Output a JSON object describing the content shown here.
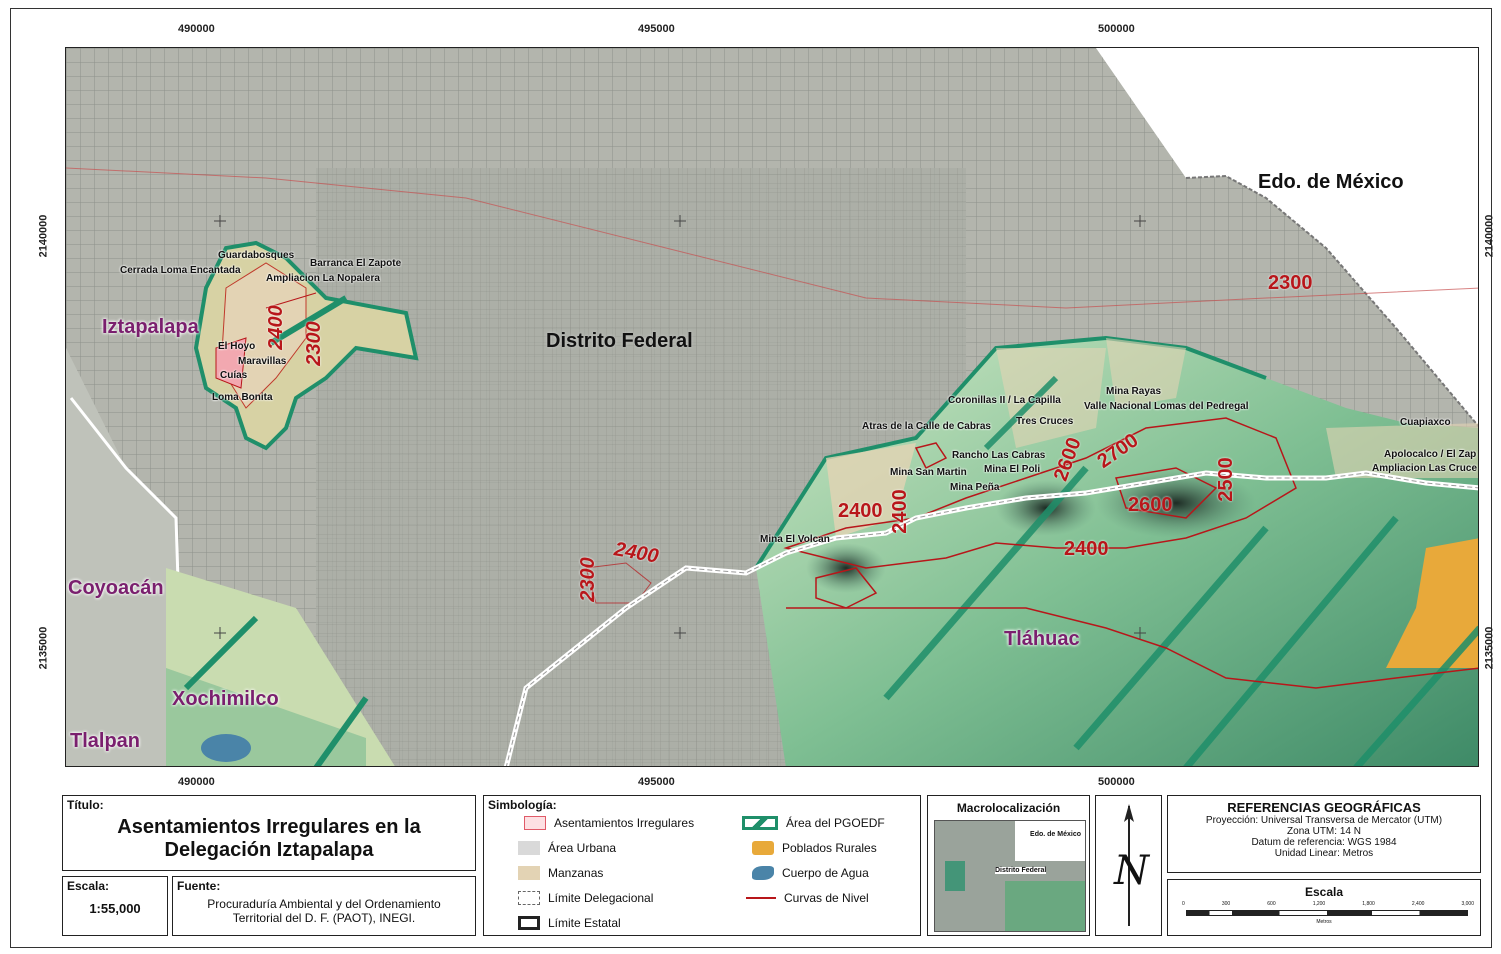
{
  "map": {
    "coords_top": [
      "490000",
      "495000",
      "500000"
    ],
    "coords_bottom": [
      "490000",
      "495000",
      "500000"
    ],
    "coords_left": [
      "2140000",
      "2135000"
    ],
    "coords_right": [
      "2140000",
      "2135000"
    ],
    "region_labels": {
      "edo_mexico": "Edo. de México",
      "distrito_federal": "Distrito Federal",
      "iztapalapa": "Iztapalapa",
      "coyoacan": "Coyoacán",
      "xochimilco": "Xochimilco",
      "tlalpan": "Tlalpan",
      "tlahuac": "Tláhuac"
    },
    "settlements": [
      "Guardabosques",
      "Barranca El Zapote",
      "Cerrada Loma Encantada",
      "Ampliacion La Nopalera",
      "El Hoyo",
      "Maravillas",
      "Cuías",
      "Loma Bonita",
      "Mina Rayas",
      "Coronillas II / La Capilla",
      "Valle Nacional Lomas del Pedregal",
      "Atras de la Calle de Cabras",
      "Tres Cruces",
      "Rancho Las Cabras",
      "Mina San Martin",
      "Mina El Poli",
      "Mina Peña",
      "Mina El Volcan",
      "Cuapiaxco",
      "Apolocalco / El Zap",
      "Ampliacion Las Cruce"
    ],
    "contours": [
      "2300",
      "2400",
      "2300",
      "2400",
      "2300",
      "2400",
      "2400",
      "2700",
      "2600",
      "2500",
      "2600",
      "2400"
    ]
  },
  "title_box": {
    "header": "Título:",
    "title_line1": "Asentamientos Irregulares en la",
    "title_line2": "Delegación Iztapalapa"
  },
  "scale_box": {
    "header": "Escala:",
    "value": "1:55,000"
  },
  "source_box": {
    "header": "Fuente:",
    "line1": "Procuraduría Ambiental y del Ordenamiento",
    "line2": "Territorial del D. F. (PAOT), INEGI."
  },
  "legend": {
    "header": "Simbología:",
    "items": [
      {
        "label": "Asentamientos Irregulares",
        "icon": "irregular-settlement-swatch"
      },
      {
        "label": "Área Urbana",
        "icon": "urban-area-swatch"
      },
      {
        "label": "Manzanas",
        "icon": "block-swatch"
      },
      {
        "label": "Límite Delegacional",
        "icon": "delegation-boundary-swatch"
      },
      {
        "label": "Límite Estatal",
        "icon": "state-boundary-swatch"
      },
      {
        "label": "Área del PGOEDF",
        "icon": "pgoedf-area-swatch"
      },
      {
        "label": "Poblados Rurales",
        "icon": "rural-town-swatch"
      },
      {
        "label": "Cuerpo de Agua",
        "icon": "water-body-swatch"
      },
      {
        "label": "Curvas de Nivel",
        "icon": "contour-line-swatch"
      }
    ],
    "colors": {
      "irregular": "#f2a8b0",
      "urban": "#d9d9d9",
      "blocks": "#e3d3b4",
      "pgoedf": "#1f8f6a",
      "rural": "#e8a93a",
      "water": "#4a84a8",
      "contour": "#b8161a"
    }
  },
  "macro": {
    "header": "Macrolocalización",
    "label1": "Edo. de México",
    "label2": "Distrito Federal"
  },
  "north": {
    "letter": "N"
  },
  "geo_refs": {
    "header": "REFERENCIAS GEOGRÁFICAS",
    "line1": "Proyección: Universal Transversa de Mercator (UTM)",
    "line2": "Zona UTM: 14 N",
    "line3": "Datum de referencia: WGS 1984",
    "line4": "Unidad Linear: Metros"
  },
  "scalebar": {
    "header": "Escala",
    "ticks": [
      "0",
      "300",
      "600",
      "1,200",
      "1,800",
      "2,400",
      "3,000"
    ],
    "unit": "Metros"
  }
}
